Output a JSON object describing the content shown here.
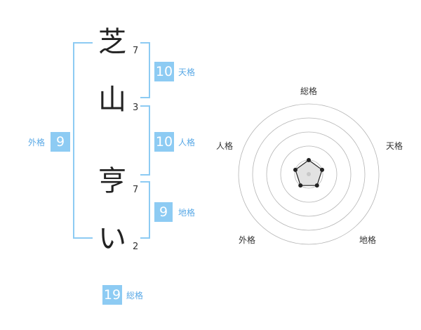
{
  "name": {
    "chars": [
      {
        "char": "芝",
        "strokes": "7"
      },
      {
        "char": "山",
        "strokes": "3"
      },
      {
        "char": "亨",
        "strokes": "7"
      },
      {
        "char": "い",
        "strokes": "2"
      }
    ]
  },
  "fortunes": {
    "tenkaku": {
      "value": "10",
      "label": "天格"
    },
    "jinkaku": {
      "value": "10",
      "label": "人格"
    },
    "chikaku": {
      "value": "9",
      "label": "地格"
    },
    "gaikaku": {
      "value": "9",
      "label": "外格"
    },
    "soukaku": {
      "value": "19",
      "label": "総格"
    }
  },
  "radar": {
    "axes": [
      "総格",
      "天格",
      "地格",
      "外格",
      "人格"
    ],
    "levels": [
      1,
      1,
      1,
      1,
      1
    ],
    "max_level": 5
  },
  "colors": {
    "accent": "#8dcbf3",
    "label": "#5aa9e6",
    "text": "#222222"
  }
}
